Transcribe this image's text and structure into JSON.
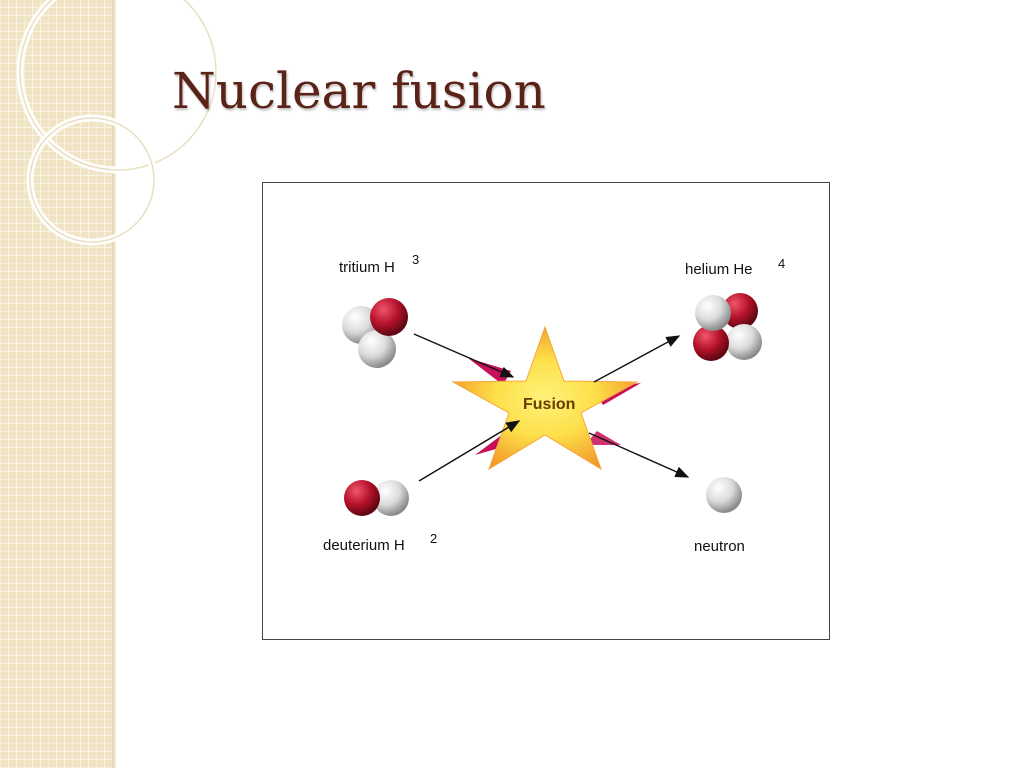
{
  "slide": {
    "title": "Nuclear fusion"
  },
  "diagram": {
    "center_label": "Fusion",
    "reactants": [
      {
        "name": "tritium H",
        "superscript": "3"
      },
      {
        "name": "deuterium H",
        "superscript": "2"
      }
    ],
    "products": [
      {
        "name": "helium  He",
        "superscript": "4"
      },
      {
        "name": "neutron",
        "superscript": ""
      }
    ]
  },
  "colors": {
    "title": "#5b2217",
    "proton": "#b5122b",
    "neutron": "#e4e4e4",
    "star_inner": "#fde84a",
    "star_outer": "#f39a2a",
    "flare": "#c8105a",
    "side_strip": "#f1e4c4"
  }
}
